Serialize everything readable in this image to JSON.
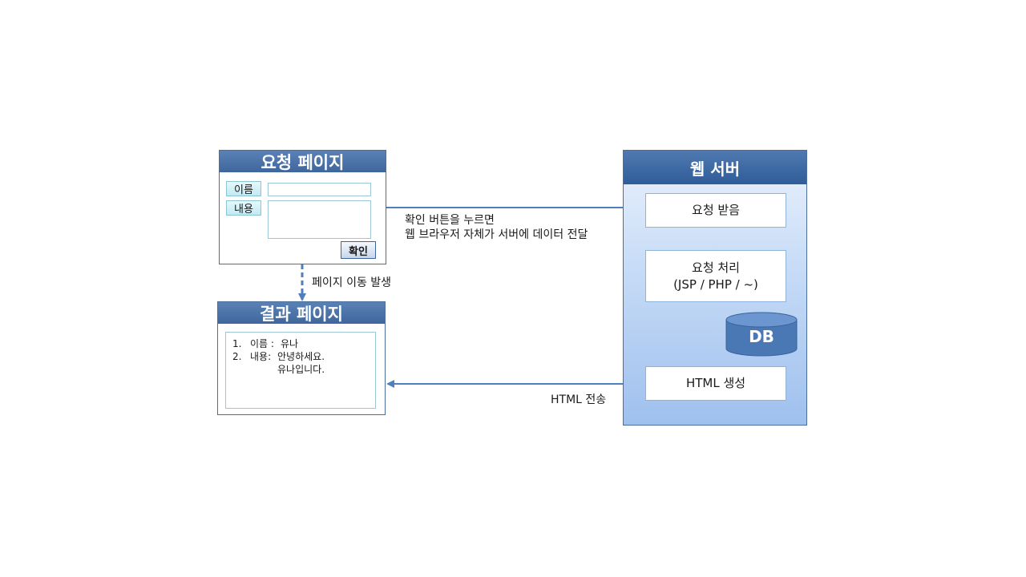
{
  "request_page": {
    "title": "요청 페이지",
    "name_label": "이름",
    "content_label": "내용",
    "confirm_button": "확인"
  },
  "page_transition_caption": "페이지 이동 발생",
  "result_page": {
    "title": "결과 페이지",
    "lines": [
      {
        "num": "1.",
        "label": "이름 :",
        "value": "유나"
      },
      {
        "num": "2.",
        "label": "내용:",
        "value": "안녕하세요."
      },
      {
        "num": "",
        "label": "",
        "value": "유나입니다."
      }
    ]
  },
  "request_caption": {
    "line1": "확인 버튼을 누르면",
    "line2": "웹 브라우저 자체가 서버에 데이터 전달"
  },
  "web_server": {
    "title": "웹 서버",
    "step_receive": "요청 받음",
    "step_process_line1": "요청 처리",
    "step_process_line2": "(JSP / PHP / ~)",
    "db_label": "DB",
    "step_generate": "HTML 생성"
  },
  "response_caption": "HTML 전송",
  "colors": {
    "header_blue": "#3f679d",
    "arrow_blue": "#4f7fbd",
    "server_gradient_bottom": "#9fc0ee",
    "field_border": "#9cc6d4"
  }
}
